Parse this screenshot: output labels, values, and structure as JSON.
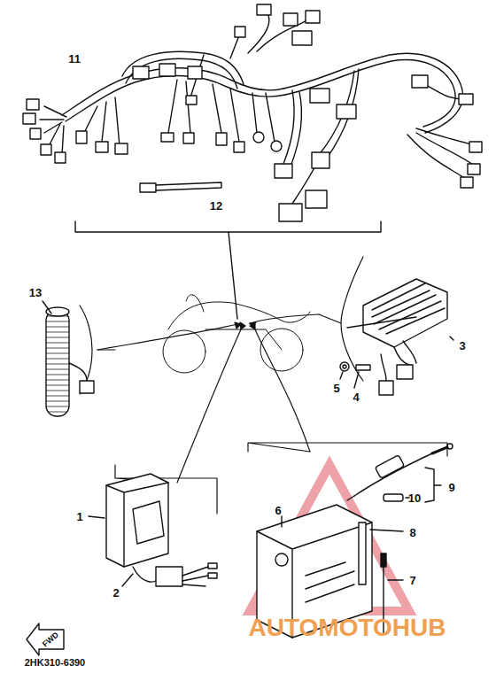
{
  "diagram": {
    "labels": [
      "11",
      "12",
      "13",
      "3",
      "5",
      "4",
      "9",
      "10",
      "6",
      "8",
      "1",
      "7",
      "2",
      "FWD",
      "AUTOMOTOHUB",
      "2HK310-6390"
    ]
  }
}
